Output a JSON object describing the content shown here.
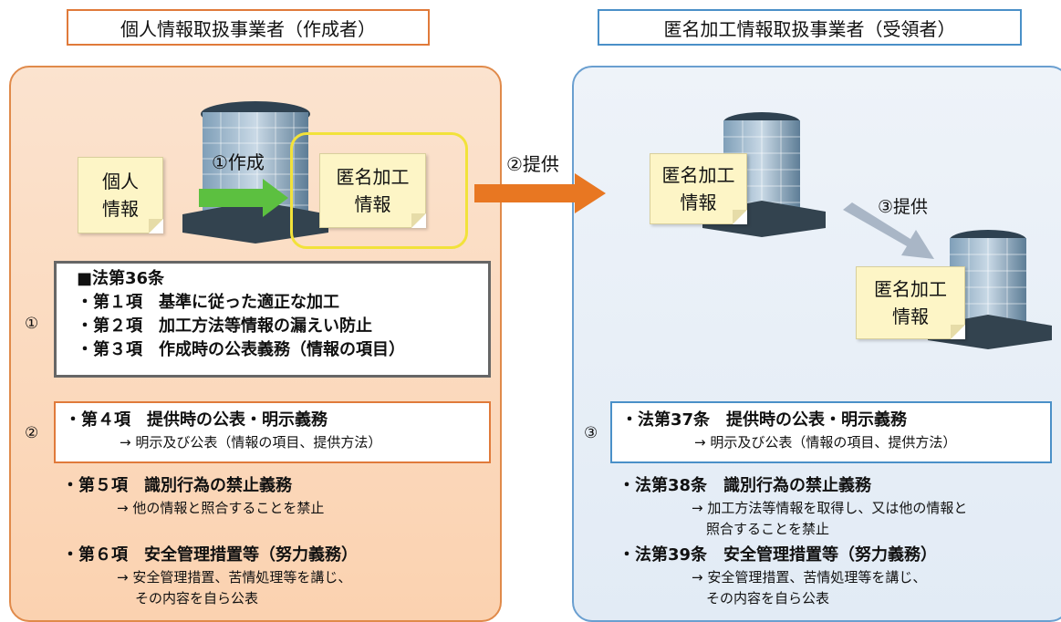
{
  "left": {
    "title": "個人情報取扱事業者（作成者）",
    "note_personal": [
      "個人",
      "情報"
    ],
    "note_anon": [
      "匿名加工",
      "情報"
    ],
    "step_create": "①作成",
    "rule1": {
      "marker": "①",
      "lines": [
        "■法第36条",
        "・第１項　基準に従った適正な加工",
        "・第２項　加工方法等情報の漏えい防止",
        "・第３項　作成時の公表義務（情報の項目）"
      ]
    },
    "rule2": {
      "marker": "②",
      "line": "・第４項　提供時の公表・明示義務",
      "sub": "→ 明示及び公表（情報の項目、提供方法）"
    },
    "rule5": {
      "line": "・第５項　識別行為の禁止義務",
      "sub": "→ 他の情報と照合することを禁止"
    },
    "rule6": {
      "line": "・第６項　安全管理措置等（努力義務）",
      "sub1": "→ 安全管理措置、苦情処理等を講じ、",
      "sub2": "その内容を自ら公表"
    }
  },
  "center": {
    "step_provide": "②提供"
  },
  "right": {
    "title": "匿名加工情報取扱事業者（受領者）",
    "note_anon_1": [
      "匿名加工",
      "情報"
    ],
    "note_anon_2": [
      "匿名加工",
      "情報"
    ],
    "step_provide_3": "③提供",
    "rule37": {
      "marker": "③",
      "line": "・法第37条　提供時の公表・明示義務",
      "sub": "→ 明示及び公表（情報の項目、提供方法）"
    },
    "rule38": {
      "line": "・法第38条　識別行為の禁止義務",
      "sub1": "→ 加工方法等情報を取得し、又は他の情報と",
      "sub2": "照合することを禁止"
    },
    "rule39": {
      "line": "・法第39条　安全管理措置等（努力義務）",
      "sub1": "→ 安全管理措置、苦情処理等を講じ、",
      "sub2": "その内容を自ら公表"
    }
  },
  "colors": {
    "left_border": "#e07a3a",
    "right_border": "#4a90c8",
    "left_bg": "#fbd9bd",
    "right_bg": "#e8eff7",
    "arrow_orange": "#e87722",
    "arrow_green": "#5cc040",
    "highlight_yellow": "#f2e23a"
  }
}
